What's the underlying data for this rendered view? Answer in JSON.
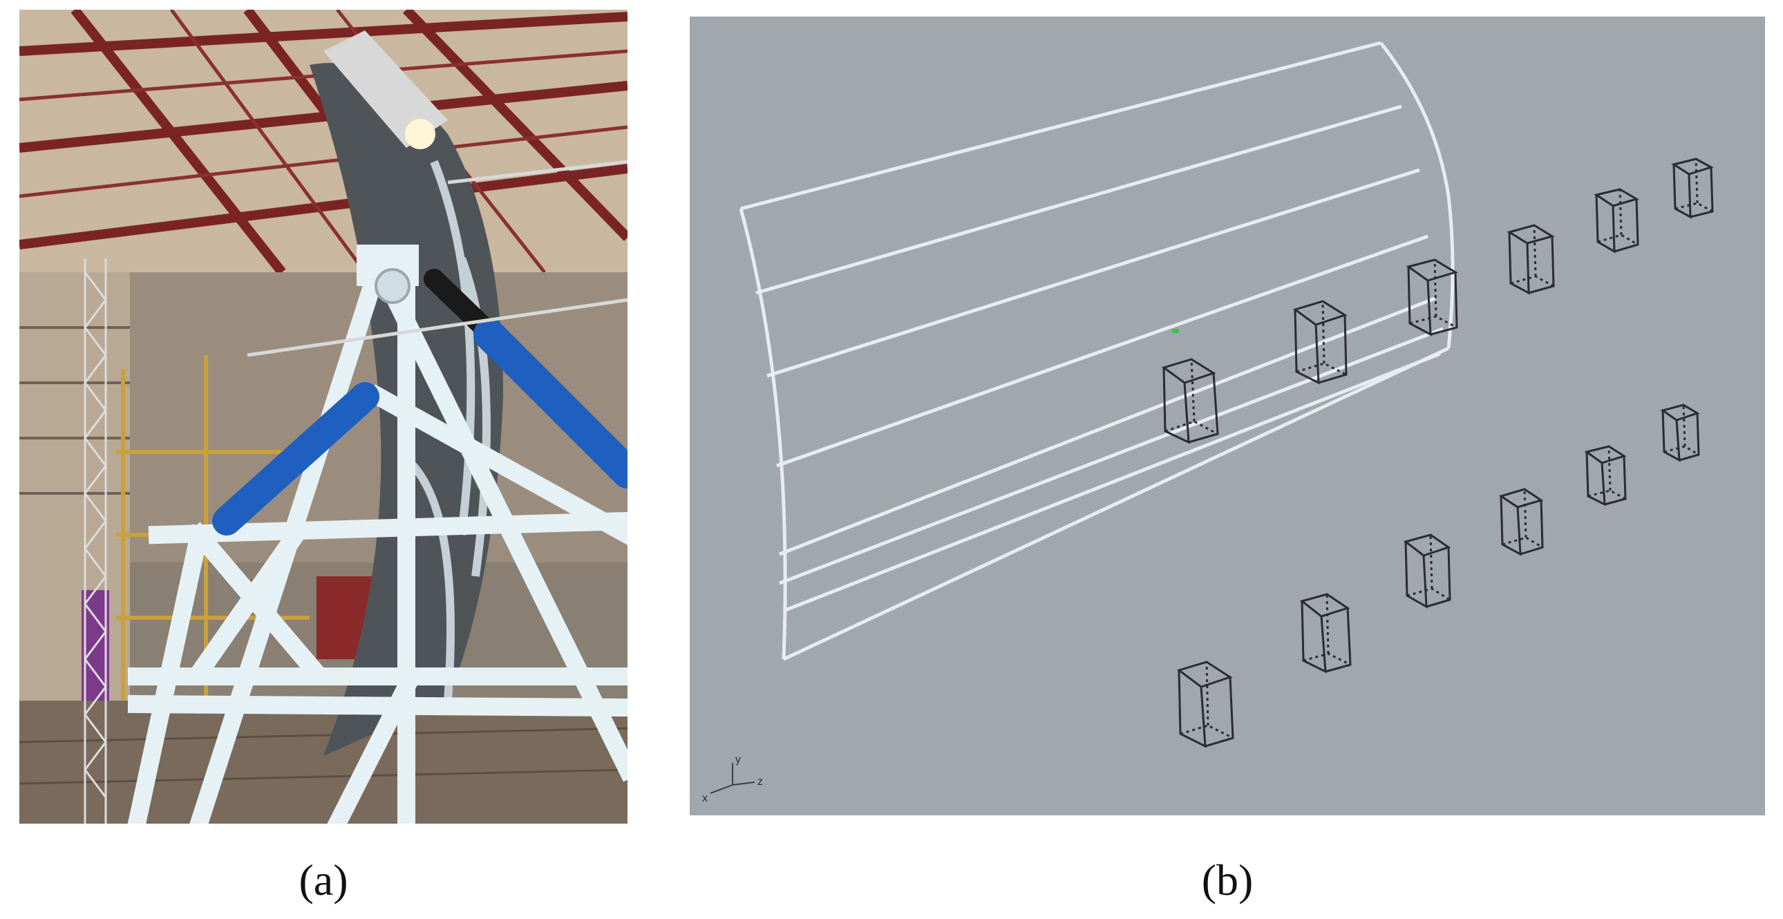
{
  "figure": {
    "panel_a": {
      "caption": "(a)"
    },
    "panel_b": {
      "caption": "(b)",
      "axis_labels": {
        "x": "x",
        "y": "y",
        "z": "z"
      }
    }
  },
  "colors": {
    "background": "#ffffff",
    "viewport_gray": "#a0a7ad",
    "wireframe": "#e8ecf2",
    "box_edges": "#2a2c30",
    "steel_frame": "#e6f1f6",
    "actuator_blue": "#1f5fc0",
    "roof_beam": "#6d1f1f"
  }
}
